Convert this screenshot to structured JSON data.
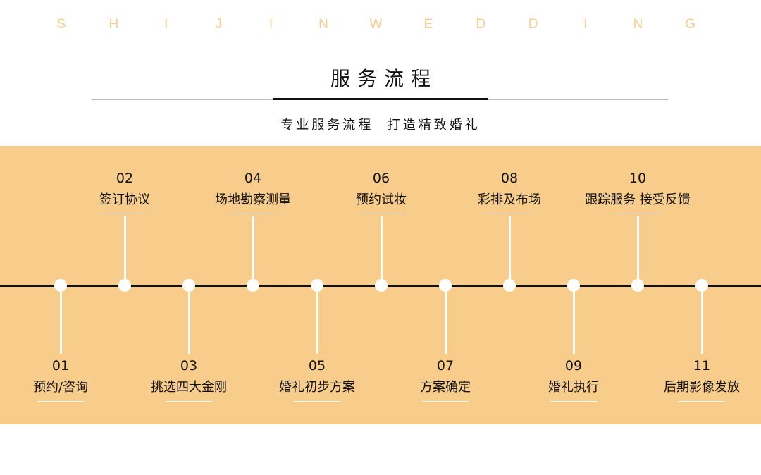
{
  "brand_letters": [
    "S",
    "H",
    "I",
    "J",
    "I",
    "N",
    "W",
    "E",
    "D",
    "D",
    "I",
    "N",
    "G"
  ],
  "title": "服务流程",
  "subtitle": "专业服务流程  打造精致婚礼",
  "colors": {
    "band": "#F8CD8B",
    "axis": "#111111"
  },
  "steps": [
    {
      "num": "01",
      "label": "预约/咨询"
    },
    {
      "num": "02",
      "label": "签订协议"
    },
    {
      "num": "03",
      "label": "挑选四大金刚"
    },
    {
      "num": "04",
      "label": "场地勘察测量"
    },
    {
      "num": "05",
      "label": "婚礼初步方案"
    },
    {
      "num": "06",
      "label": "预约试妆"
    },
    {
      "num": "07",
      "label": "方案确定"
    },
    {
      "num": "08",
      "label": "彩排及布场"
    },
    {
      "num": "09",
      "label": "婚礼执行"
    },
    {
      "num": "10",
      "label": "跟踪服务 接受反馈"
    },
    {
      "num": "11",
      "label": "后期影像发放"
    }
  ]
}
